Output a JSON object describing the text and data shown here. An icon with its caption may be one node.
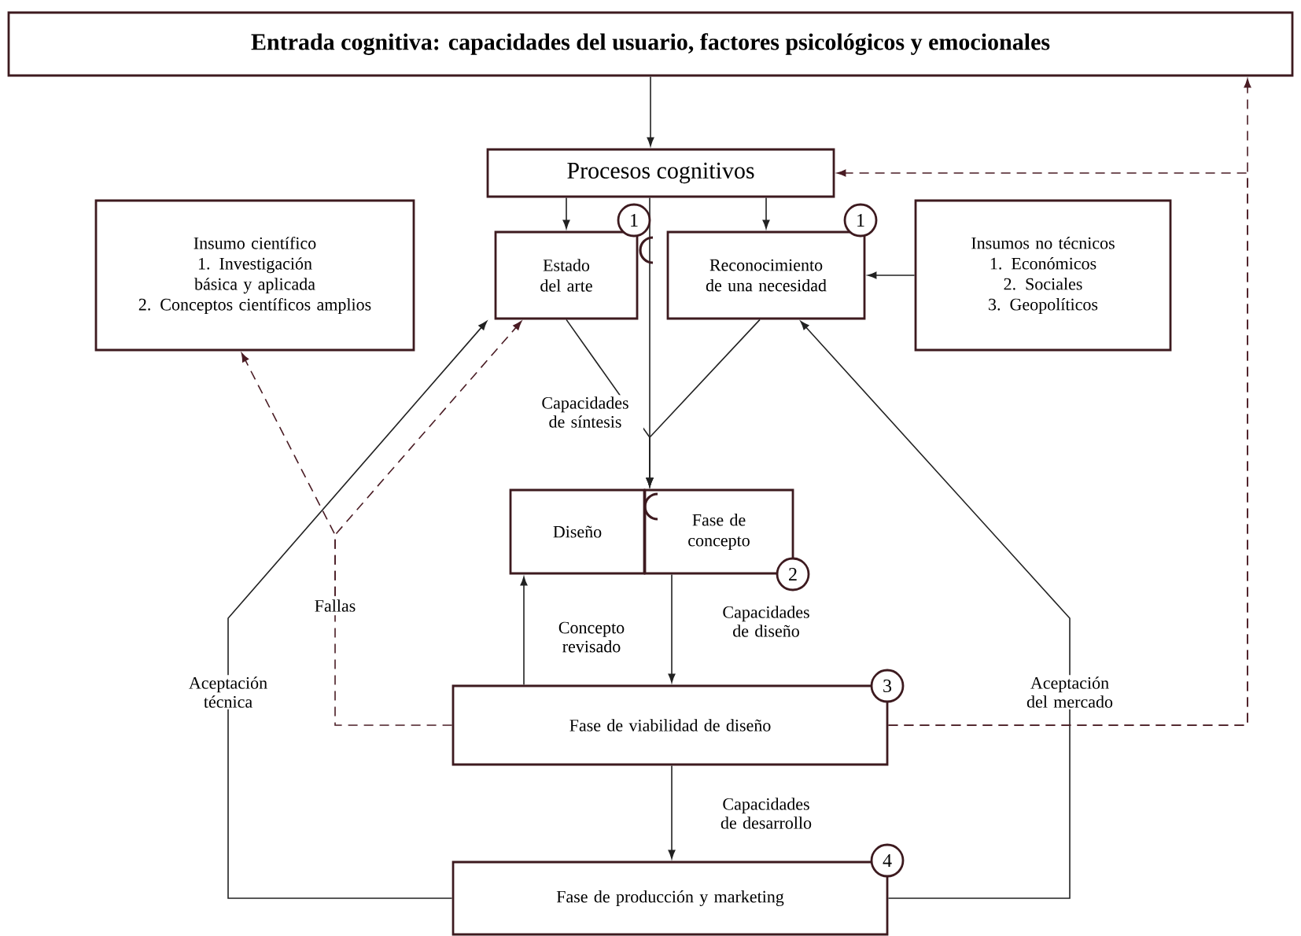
{
  "diagram": {
    "nodes": [
      {
        "text": [
          "Entrada cognitiva: capacidades del usuario, factores psicológicos y emocionales"
        ]
      },
      {
        "text": [
          "Procesos cognitivos"
        ]
      },
      {
        "text": [
          "Insumo científico",
          "1. Investigación básica y aplicada",
          "2. Conceptos científicos amplios"
        ]
      },
      {
        "text": [
          "Estado del arte"
        ],
        "beside": [
          "1"
        ]
      },
      {
        "text": [
          "Reconocimiento de una necesidad"
        ],
        "beside": [
          "1"
        ]
      },
      {
        "text": [
          "Insumos no técnicos",
          "1. Económicos",
          "2. Sociales",
          "3. Geopolíticos"
        ]
      },
      {
        "text": [
          "Diseño"
        ]
      },
      {
        "text": [
          "Fase de concepto"
        ],
        "beside": [
          "2"
        ]
      },
      {
        "text": [
          "Fase de viabilidad de diseño"
        ],
        "beside": [
          "3"
        ]
      },
      {
        "text": [
          "Fase de producción y marketing"
        ],
        "beside": [
          "4"
        ]
      },
      {
        "text": [
          "Fallas"
        ]
      }
    ],
    "edges": [
      {
        "from": 0,
        "to": 1,
        "arrow": "to"
      },
      {
        "from": 1,
        "to": 3,
        "arrow": "to"
      },
      {
        "from": 1,
        "to": 4,
        "arrow": "to"
      },
      {
        "from": 5,
        "to": 4,
        "arrow": "to"
      },
      {
        "from": 1,
        "to": 7,
        "arrow": "to",
        "label": "Capacidades de síntesis"
      },
      {
        "from": 3,
        "to": 7,
        "arrow": "to"
      },
      {
        "from": 4,
        "to": 7,
        "arrow": "to"
      },
      {
        "from": 7,
        "to": 8,
        "arrow": "to",
        "label": "Capacidades de diseño"
      },
      {
        "from": 8,
        "to": 6,
        "arrow": "to",
        "label": "Concepto revisado"
      },
      {
        "from": 8,
        "to": 9,
        "arrow": "to",
        "label": "Capacidades de desarrollo"
      },
      {
        "from": 9,
        "to": 3,
        "arrow": "to",
        "label": "Aceptación técnica"
      },
      {
        "from": 9,
        "to": 4,
        "arrow": "to",
        "label": "Aceptación del mercado"
      },
      {
        "from": 8,
        "to": 10,
        "arrow": "none",
        "style": "dashed",
        "color": "#4a1c24"
      },
      {
        "from": 10,
        "to": 2,
        "arrow": "to",
        "style": "dashed",
        "color": "#4a1c24"
      },
      {
        "from": 10,
        "to": 3,
        "arrow": "to",
        "style": "dashed",
        "color": "#4a1c24"
      },
      {
        "from": 8,
        "to": 0,
        "arrow": "to",
        "style": "dashed",
        "color": "#4a1c24"
      },
      {
        "from": 8,
        "to": 1,
        "arrow": "to",
        "style": "dashed",
        "color": "#4a1c24"
      }
    ]
  }
}
